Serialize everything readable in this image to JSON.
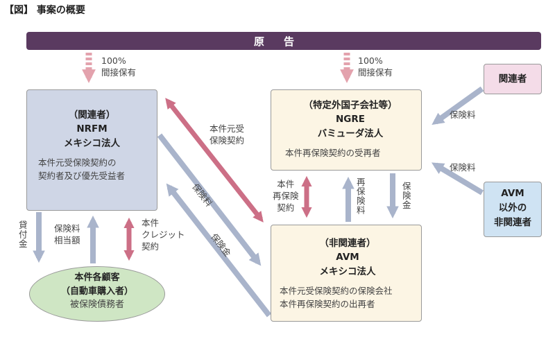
{
  "figure_title": "【図】 事案の概要",
  "plaintiff": "原告",
  "ownership": {
    "pct_left": "100%",
    "label_left": "間接保有",
    "pct_right": "100%",
    "label_right": "間接保有"
  },
  "nrfm": {
    "tag": "（関連者）",
    "name": "NRFM",
    "sub": "メキシコ法人",
    "desc1": "本件元受保険契約の",
    "desc2": "契約者及び優先受益者"
  },
  "ngre": {
    "tag": "（特定外国子会社等）",
    "name": "NGRE",
    "sub": "バミューダ法人",
    "desc": "本件再保険契約の受再者"
  },
  "avm": {
    "tag": "（非関連者）",
    "name": "AVM",
    "sub": "メキシコ法人",
    "desc1": "本件元受保険契約の保険会社",
    "desc2": "本件再保険契約の出再者"
  },
  "related_party": "関連者",
  "non_related_other": {
    "line1": "AVM",
    "line2": "以外の",
    "line3": "非関連者"
  },
  "customer": {
    "line1": "本件各顧客",
    "line2": "（自動車購入者）",
    "line3": "被保険債務者"
  },
  "labels": {
    "original_contract": {
      "line1": "本件元受",
      "line2": "保険契約"
    },
    "premium_diag": "保険料",
    "insurance_money_diag": "保険金",
    "reinsurance_contract": {
      "line1": "本件",
      "line2": "再保険",
      "line3": "契約"
    },
    "reinsurance_premium": "再保険料",
    "insurance_money_v": "保険金",
    "premium_related": "保険料",
    "premium_other": "保険料",
    "loan_money": "貸付金",
    "premium_equiv": {
      "line1": "保険料",
      "line2": "相当額"
    },
    "credit_contract": {
      "line1": "本件",
      "line2": "クレジット",
      "line3": "契約"
    }
  },
  "colors": {
    "plaintiff_bar": "#5a3a60",
    "pink_arrow": "#cc6f86",
    "blue_arrow": "#a9b4cb",
    "dashed_arrow": "#e3a2ad"
  }
}
